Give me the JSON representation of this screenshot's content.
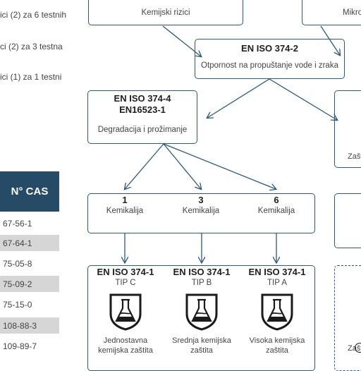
{
  "left_text": {
    "line1": "ici (2) za 6 testnih",
    "line2": "ci (2) za 3 testna",
    "line3": "ici (1) za 1 testni"
  },
  "cas_table": {
    "header": "N° CAS",
    "rows": [
      "67-56-1",
      "67-64-1",
      "75-05-8",
      "75-09-2",
      "75-15-0",
      "108-88-3",
      "109-89-7"
    ]
  },
  "boxes": {
    "kemijski_rizici": "Kemijski rizici",
    "mikro": "Mikro",
    "en374_2": {
      "title": "EN ISO 374-2",
      "subtitle": "Otpornost na propuštanje vode i zraka"
    },
    "en374_4": {
      "title1": "EN ISO 374-4",
      "title2": "EN16523-1",
      "subtitle": "Degradacija i prožimanje"
    },
    "right_cut_1": "Zašt",
    "right_cut_2": "Zašt"
  },
  "chemicals": [
    {
      "count": "1",
      "label": "Kemikalija"
    },
    {
      "count": "3",
      "label": "Kemikalija"
    },
    {
      "count": "6",
      "label": "Kemikalija"
    }
  ],
  "types": [
    {
      "standard": "EN ISO 374-1",
      "type": "TIP C",
      "desc1": "Jednostavna",
      "desc2": "kemijska zaštita"
    },
    {
      "standard": "EN ISO 374-1",
      "type": "TIP B",
      "desc1": "Srednja kemijska",
      "desc2": "zaštita"
    },
    {
      "standard": "EN ISO 374-1",
      "type": "TIP A",
      "desc1": "Visoka kemijska",
      "desc2": "zaštita"
    }
  ],
  "colors": {
    "accent": "#254b67",
    "line": "#2a5a80",
    "shade": "#d6d6d6"
  },
  "icons": [
    "chemical-flask-shield-icon"
  ]
}
